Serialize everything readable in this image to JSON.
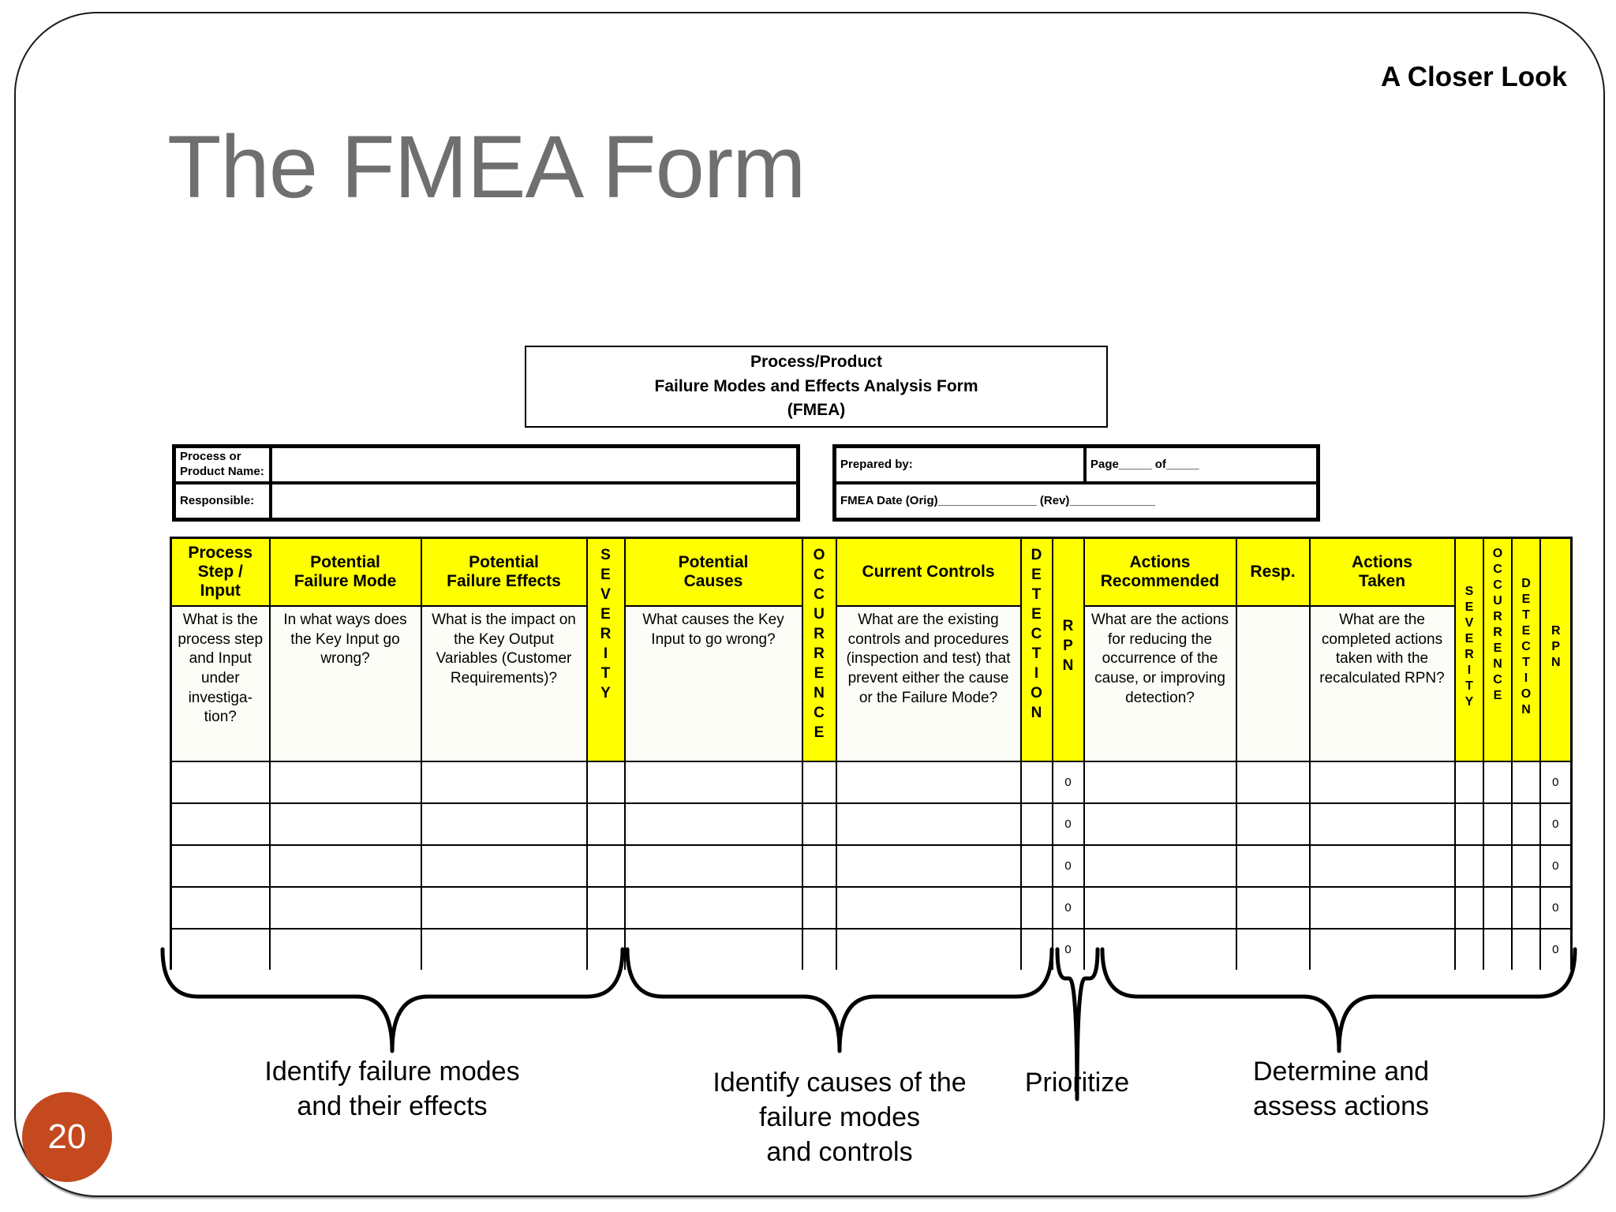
{
  "slide": {
    "corner_label": "A Closer Look",
    "title": "The FMEA Form",
    "page_number": "20",
    "accent_color": "#C4491F",
    "header_yellow": "#FFFF00",
    "title_gray": "#6F6F6F"
  },
  "form": {
    "title": "Process/Product\nFailure Modes and Effects Analysis Form\n(FMEA)",
    "info_left": {
      "row1_label": "Process or\nProduct Name:",
      "row2_label": "Responsible:"
    },
    "info_right": {
      "prepared_by": "Prepared by:",
      "page": "Page_____ of_____",
      "fmea_date": "FMEA Date (Orig)_______________  (Rev)_____________"
    }
  },
  "table": {
    "columns": [
      {
        "name": "process-step-input",
        "header": "Process\nStep /\nInput",
        "desc": "What is the process step and Input under investiga-tion?"
      },
      {
        "name": "potential-failure-mode",
        "header": "Potential\nFailure Mode",
        "desc": "In what ways does the Key Input go wrong?"
      },
      {
        "name": "potential-failure-effects",
        "header": "Potential\nFailure Effects",
        "desc": "What is the impact on the Key Output Variables (Customer Requirements)?"
      },
      {
        "name": "severity",
        "header": "SEVERITY"
      },
      {
        "name": "potential-causes",
        "header": "Potential\nCauses",
        "desc": "What causes the Key Input to go wrong?"
      },
      {
        "name": "occurrence",
        "header": "OCCURRENCE"
      },
      {
        "name": "current-controls",
        "header": "Current Controls",
        "desc": "What are the existing controls and procedures (inspection and test) that prevent either the cause or the Failure Mode?"
      },
      {
        "name": "detection",
        "header": "DETECTION"
      },
      {
        "name": "rpn",
        "header": "RPN"
      },
      {
        "name": "actions-recommended",
        "header": "Actions\nRecommended",
        "desc": "What are the actions for reducing the occurrence of the cause, or improving detection?"
      },
      {
        "name": "resp",
        "header": "Resp.",
        "desc": ""
      },
      {
        "name": "actions-taken",
        "header": "Actions\nTaken",
        "desc": "What are the completed actions taken with the recalculated RPN?"
      },
      {
        "name": "severity-recalc",
        "header": "SEVERITY"
      },
      {
        "name": "occurrence-recalc",
        "header": "OCCURRENCE"
      },
      {
        "name": "detection-recalc",
        "header": "DETECTION"
      },
      {
        "name": "rpn-recalc",
        "header": "RPN"
      }
    ],
    "rows": [
      {
        "rpn": "0",
        "rpn_recalc": "0"
      },
      {
        "rpn": "0",
        "rpn_recalc": "0"
      },
      {
        "rpn": "0",
        "rpn_recalc": "0"
      },
      {
        "rpn": "0",
        "rpn_recalc": "0"
      },
      {
        "rpn": "0",
        "rpn_recalc": "0"
      }
    ]
  },
  "annotations": [
    {
      "label": "Identify failure modes\nand their effects"
    },
    {
      "label": "Identify causes of the\nfailure modes\nand controls"
    },
    {
      "label": "Prioritize"
    },
    {
      "label": "Determine and\nassess actions"
    }
  ]
}
